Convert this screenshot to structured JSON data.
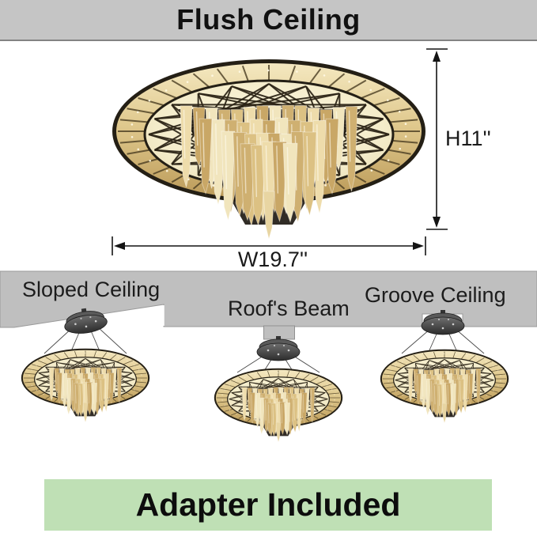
{
  "header": {
    "title": "Flush Ceiling"
  },
  "product": {
    "dimensions": {
      "height": "H11''",
      "width": "W19.7''"
    }
  },
  "installations": [
    {
      "label": "Sloped Ceiling"
    },
    {
      "label": "Roof's Beam"
    },
    {
      "label": "Groove Ceiling"
    }
  ],
  "footer": {
    "banner": "Adapter Included"
  },
  "colors": {
    "header_bg": "#c5c5c5",
    "ceiling_gray": "#bfbfbf",
    "ceiling_edge": "#9a9a9a",
    "banner_green": "#bfe0b5",
    "text": "#141414",
    "crystal_gold": "#dcc183",
    "crystal_light": "#f1e5bd",
    "crystal_dark": "#c9a766",
    "fixture_rim": "#241f15",
    "canopy_gray": "#3d3d3d"
  }
}
